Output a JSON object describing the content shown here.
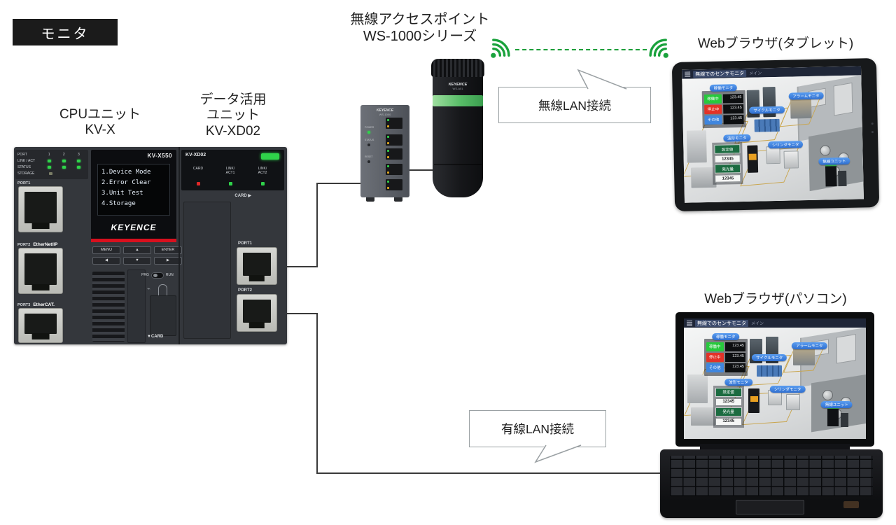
{
  "page": {
    "badge": "モニタ"
  },
  "labels": {
    "cpu_unit": [
      "CPUユニット",
      "KV-X"
    ],
    "data_unit": [
      "データ活用",
      "ユニット",
      "KV-XD02"
    ],
    "access_point": [
      "無線アクセスポイント",
      "WS-1000シリーズ"
    ],
    "tablet": "Webブラウザ(タブレット)",
    "pc": "Webブラウザ(パソコン)",
    "wireless_bubble": "無線LAN接続",
    "wired_bubble": "有線LAN接続"
  },
  "plc": {
    "brand": "KEYENCE",
    "model": "KV-X550",
    "led_panel": {
      "header": "PORT",
      "cols": [
        "1",
        "2",
        "3"
      ],
      "rows": [
        "LINK / ACT",
        "STATUS",
        "STORAGE"
      ]
    },
    "ports": [
      {
        "name": "PORT1",
        "tag": ""
      },
      {
        "name": "PORT2",
        "tag": "EtherNet/IP"
      },
      {
        "name": "PORT3",
        "tag": "EtherCAT."
      }
    ],
    "display": {
      "menu": [
        "1.Device Mode",
        "2.Error Clear",
        "3.Unit Test",
        "4.Storage"
      ]
    },
    "buttons": [
      "MENU",
      "▲",
      "ENTER",
      "◀",
      "▼",
      "▶"
    ],
    "switch": {
      "left": "PRG",
      "right": "RUN"
    },
    "card": "▼CARD"
  },
  "xd02": {
    "model": "KV-XD02",
    "leds": [
      {
        "label": "CARD",
        "color": "#e02828"
      },
      {
        "label": "LINK/\nACT1",
        "color": "#2fd24a"
      },
      {
        "label": "LINK/\nACT2",
        "color": "#2fd24a"
      }
    ],
    "card_slot": "CARD ▶",
    "ports": [
      "PORT1",
      "PORT2"
    ]
  },
  "hub": {
    "brand": "KEYENCE",
    "model": "WS-1000",
    "labels": [
      "POWER",
      "STATUS",
      "RESET"
    ]
  },
  "tower": {
    "brand": "KEYENCE",
    "model": "WS-A01"
  },
  "screen": {
    "title": "無線でのセンサモニタ",
    "subtitle": "メイン",
    "tags": {
      "kadou": "稼働モニタ",
      "cycle": "サイクルモニタ",
      "alarm": "アラームモニタ",
      "hakei": "波形モニタ",
      "cylinder": "シリンダモニタ",
      "musen": "無線ユニット"
    },
    "status": [
      {
        "label": "稼働中",
        "value": "123.45",
        "color": "#27c93c"
      },
      {
        "label": "停止中",
        "value": "123.45",
        "color": "#e23227"
      },
      {
        "label": "その他",
        "value": "123.45",
        "color": "#3f86de"
      }
    ],
    "readouts": [
      {
        "label": "設定値",
        "value": "12345"
      },
      {
        "label": "発光量",
        "value": "12345"
      }
    ]
  },
  "colors": {
    "wifi": "#1aa23c",
    "line": "#3a3a3a",
    "stripe": "#d8101e",
    "accent_green": "#2fd24a"
  }
}
